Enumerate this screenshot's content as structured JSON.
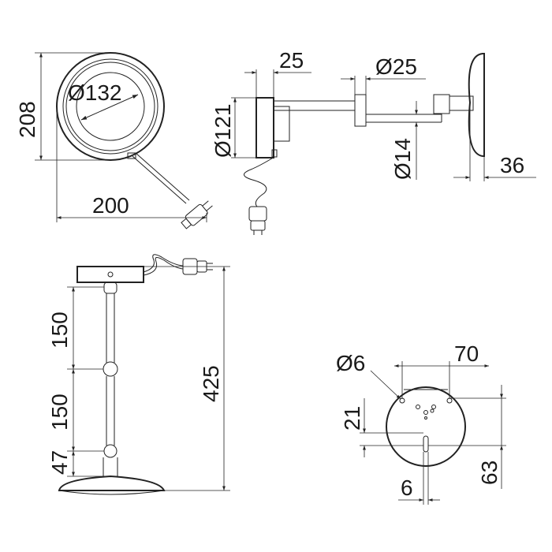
{
  "dimensions": {
    "top_left": {
      "height": "208",
      "diameter": "Ø132",
      "width": "200"
    },
    "top_right": {
      "arm_width": "25",
      "arm_diameter": "Ø25",
      "base_diameter": "Ø121",
      "pipe_diameter": "Ø14",
      "mirror_depth": "36"
    },
    "bottom_left": {
      "seg1": "150",
      "seg2": "150",
      "seg3": "47",
      "total": "425"
    },
    "bottom_right": {
      "hole_diameter": "Ø6",
      "hole_spacing": "70",
      "offset_21": "21",
      "slot_width": "6",
      "height_63": "63"
    }
  }
}
